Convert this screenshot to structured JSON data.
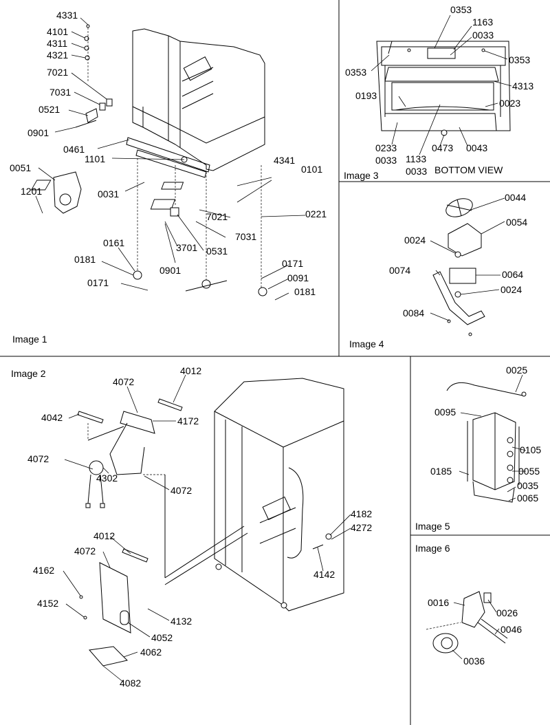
{
  "panels": [
    {
      "id": "image1",
      "title": "Image 1"
    },
    {
      "id": "image2",
      "title": "Image 2"
    },
    {
      "id": "image3",
      "title": "Image 3",
      "note": "BOTTOM VIEW"
    },
    {
      "id": "image4",
      "title": "Image 4"
    },
    {
      "id": "image5",
      "title": "Image 5"
    },
    {
      "id": "image6",
      "title": "Image 6"
    }
  ],
  "callouts": {
    "image1": [
      "4331",
      "4101",
      "4311",
      "4321",
      "7021",
      "7031",
      "0521",
      "0901",
      "0461",
      "1101",
      "0051",
      "1201",
      "0031",
      "4341",
      "0101",
      "7021",
      "7031",
      "0221",
      "0531",
      "3701",
      "0901",
      "0161",
      "0181",
      "0171",
      "0171",
      "0091",
      "0181"
    ],
    "image2": [
      "4072",
      "4012",
      "4042",
      "4172",
      "4072",
      "4302",
      "4072",
      "4182",
      "4272",
      "4142",
      "4012",
      "4072",
      "4162",
      "4152",
      "4132",
      "4052",
      "4062",
      "4082"
    ],
    "image3": [
      "0353",
      "1163",
      "0033",
      "0353",
      "0353",
      "4313",
      "0193",
      "0023",
      "0233",
      "0033",
      "1133",
      "0033",
      "0473",
      "0043"
    ],
    "image4": [
      "0044",
      "0054",
      "0024",
      "0074",
      "0064",
      "0024",
      "0084"
    ],
    "image5": [
      "0025",
      "0095",
      "0105",
      "0185",
      "0055",
      "0035",
      "0065"
    ],
    "image6": [
      "0016",
      "0026",
      "0046",
      "0036"
    ]
  }
}
